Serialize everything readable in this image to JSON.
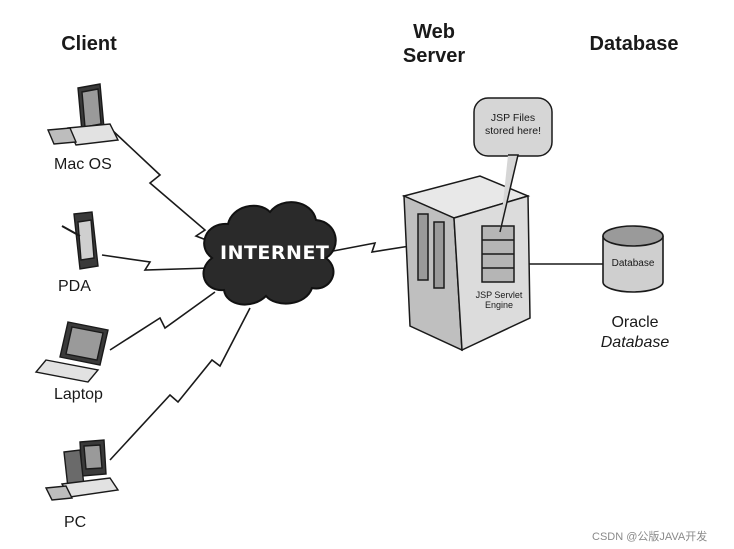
{
  "headers": {
    "client": "Client",
    "web_server": "Web\nServer",
    "database": "Database"
  },
  "clients": [
    {
      "label": "Mac OS",
      "icon": "mac-monitor-icon"
    },
    {
      "label": "PDA",
      "icon": "pda-icon"
    },
    {
      "label": "Laptop",
      "icon": "laptop-icon"
    },
    {
      "label": "PC",
      "icon": "pc-tower-icon"
    }
  ],
  "internet": {
    "label": "INTERNET",
    "icon": "cloud-icon"
  },
  "server": {
    "callout": "JSP Files\nstored here!",
    "engine_label": "JSP Servlet\nEngine",
    "icon": "server-tower-icon"
  },
  "database": {
    "cylinder_label": "Database",
    "caption_line1": "Oracle",
    "caption_line2": "Database",
    "icon": "database-cylinder-icon"
  },
  "watermark": "CSDN @公版JAVA开发",
  "colors": {
    "ink": "#1a1a1a",
    "cloud": "#2a2a2a",
    "server_face": "#d9d9d9",
    "callout_fill": "#d6d6d6"
  }
}
